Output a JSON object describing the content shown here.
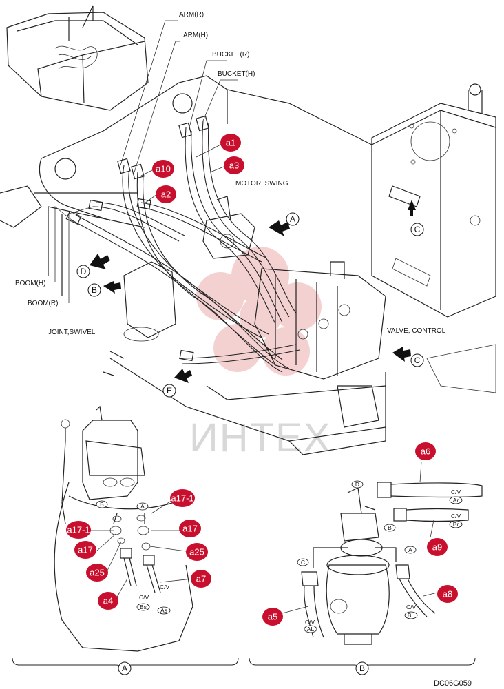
{
  "hose_labels": {
    "arm_r": "ARM(R)",
    "arm_h": "ARM(H)",
    "bucket_r": "BUCKET(R)",
    "bucket_h": "BUCKET(H)",
    "boom_h": "BOOM(H)",
    "boom_r": "BOOM(R)"
  },
  "component_labels": {
    "motor_swing": "MOTOR, SWING",
    "joint_swivel": "JOINT,SWIVEL",
    "valve_control": "VALVE, CONTROL"
  },
  "view_markers": {
    "a": "A",
    "b": "B",
    "c": "C",
    "d": "D",
    "e": "E"
  },
  "callouts": {
    "a1": "a1",
    "a2": "a2",
    "a3": "a3",
    "a4": "a4",
    "a5": "a5",
    "a6": "a6",
    "a7": "a7",
    "a8": "a8",
    "a9": "a9",
    "a10": "a10",
    "a17": "a17",
    "a17_1": "a17-1",
    "a25": "a25"
  },
  "port_labels": {
    "cv": "C/V",
    "bs": "Bs",
    "as": "As",
    "ar": "Ar",
    "br": "Br",
    "bl": "BL",
    "al": "AL"
  },
  "sections": {
    "a": "A",
    "b": "B"
  },
  "watermark": "ИНТЕХ",
  "drawing_code": "DC06G059",
  "colors": {
    "badge": "#c8102e",
    "line": "#222222",
    "watermark": "#d8d8d8",
    "watermark_logo": "#f3c9c9"
  }
}
